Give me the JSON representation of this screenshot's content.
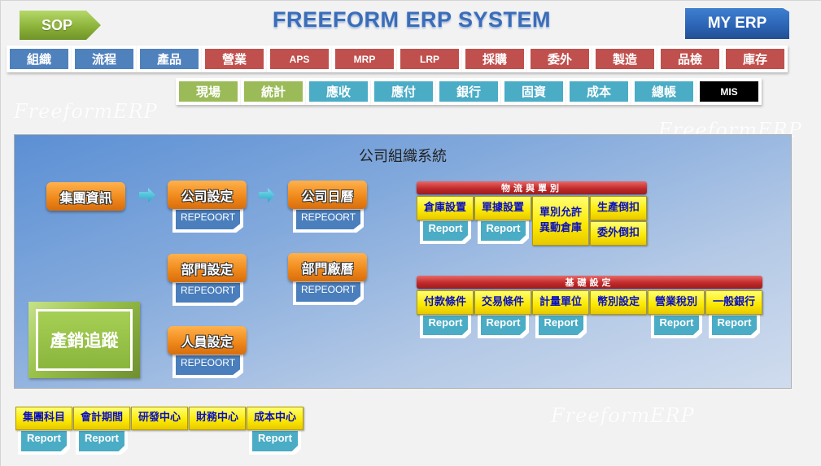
{
  "header": {
    "sop_label": "SOP",
    "title": "FREEFORM ERP SYSTEM",
    "my_erp_label": "MY ERP"
  },
  "colors": {
    "blue": "#4f81bd",
    "red": "#c0504d",
    "green": "#9bbb59",
    "teal": "#4bacc6",
    "black": "#000000"
  },
  "nav_row1": [
    {
      "label": "組織",
      "color": "#4f81bd"
    },
    {
      "label": "流程",
      "color": "#4f81bd"
    },
    {
      "label": "產品",
      "color": "#4f81bd"
    },
    {
      "label": "營業",
      "color": "#c0504d"
    },
    {
      "label": "APS",
      "color": "#c0504d"
    },
    {
      "label": "MRP",
      "color": "#c0504d"
    },
    {
      "label": "LRP",
      "color": "#c0504d"
    },
    {
      "label": "採購",
      "color": "#c0504d"
    },
    {
      "label": "委外",
      "color": "#c0504d"
    },
    {
      "label": "製造",
      "color": "#c0504d"
    },
    {
      "label": "品檢",
      "color": "#c0504d"
    },
    {
      "label": "庫存",
      "color": "#c0504d"
    }
  ],
  "nav_row2": [
    {
      "label": "現場",
      "color": "#9bbb59"
    },
    {
      "label": "統計",
      "color": "#9bbb59"
    },
    {
      "label": "應收",
      "color": "#4bacc6"
    },
    {
      "label": "應付",
      "color": "#4bacc6"
    },
    {
      "label": "銀行",
      "color": "#4bacc6"
    },
    {
      "label": "固資",
      "color": "#4bacc6"
    },
    {
      "label": "成本",
      "color": "#4bacc6"
    },
    {
      "label": "總帳",
      "color": "#4bacc6"
    },
    {
      "label": "MIS",
      "color": "#000000"
    }
  ],
  "watermark": "FreeformERP",
  "panel": {
    "title": "公司組織系統",
    "group_info": "集團資訊",
    "company_setup": "公司設定",
    "company_calendar": "公司日曆",
    "dept_setup": "部門設定",
    "dept_factory_calendar": "部門廠曆",
    "staff_setup": "人員設定",
    "report_label": "REPEOORT",
    "sales_tracking": "產銷追蹤"
  },
  "logistics": {
    "header": "物流與單別",
    "items": [
      "倉庫設置",
      "單據設置",
      "單別允許\n異動倉庫",
      "生產倒扣",
      "委外倒扣"
    ],
    "report_label": "Report"
  },
  "basic": {
    "header": "基礎設定",
    "items": [
      "付款條件",
      "交易條件",
      "計量單位",
      "幣別設定",
      "營業稅別",
      "一般銀行"
    ],
    "report_label": "Report"
  },
  "bottom": {
    "items": [
      "集團科目",
      "會計期間",
      "研發中心",
      "財務中心",
      "成本中心"
    ],
    "report_label": "Report"
  }
}
